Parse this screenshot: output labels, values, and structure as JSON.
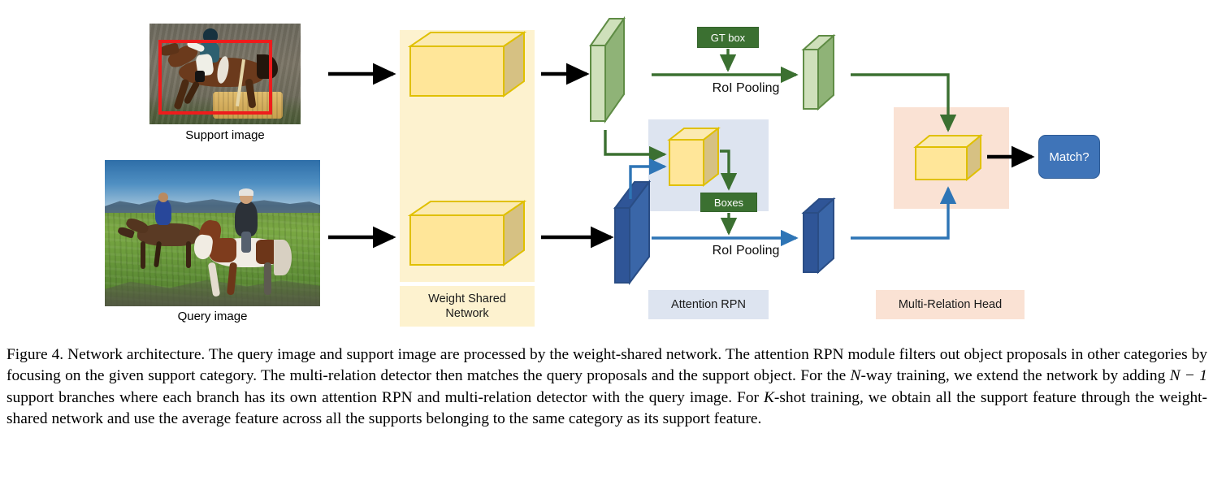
{
  "figure": {
    "inputs": [
      {
        "id": "support",
        "label": "Support image",
        "alt": "Photograph of a horse with a rider jumping over a hay bale, annotated with a red ground-truth bounding box"
      },
      {
        "id": "query",
        "label": "Query image",
        "alt": "Photograph of two riders on horses crossing a green grassy field with mountains in the background"
      }
    ],
    "modules": [
      {
        "id": "weight-shared-network",
        "label": "Weight Shared\nNetwork",
        "color": "#fdf2cf"
      },
      {
        "id": "attention-rpn",
        "label": "Attention RPN",
        "color": "#dde4f0"
      },
      {
        "id": "multi-relation-head",
        "label": "Multi-Relation Head",
        "color": "#fae2d4"
      }
    ],
    "nodes": [
      {
        "id": "gt-box",
        "label": "GT box",
        "color": "#3b7031"
      },
      {
        "id": "boxes",
        "label": "Boxes",
        "color": "#3b7031"
      },
      {
        "id": "match",
        "label": "Match?",
        "color": "#3f74b8"
      }
    ],
    "edge_labels": [
      {
        "id": "roi-pooling-support",
        "label": "RoI Pooling",
        "color": "#3b7031"
      },
      {
        "id": "roi-pooling-query",
        "label": "RoI Pooling",
        "color": "#2e75b6"
      }
    ],
    "features": [
      {
        "id": "support-feature-map",
        "color": "#a9c48d",
        "branch": "support"
      },
      {
        "id": "support-roi-feature",
        "color": "#a9c48d",
        "branch": "support"
      },
      {
        "id": "query-feature-map",
        "color": "#3a66a8",
        "branch": "query"
      },
      {
        "id": "query-roi-feature",
        "color": "#3a66a8",
        "branch": "query"
      }
    ],
    "colors": {
      "support_green": "#3b7031",
      "query_blue": "#2e75b6",
      "feature_yellow": "#ffe699",
      "yellow_stroke": "#e0c000",
      "red_gt_box": "#ee1c1c",
      "black_arrow": "#000000"
    }
  },
  "caption": {
    "parts": [
      "Figure 4. Network architecture.  The query image and support image are processed by the weight-shared network.  The attention RPN module filters out object proposals in other categories by focusing on the given support category. The multi-relation detector then matches the query proposals and the support object. For the ",
      "N",
      "-way training, we extend the network by adding ",
      "N − 1",
      " support branches where each branch has its own attention RPN and multi-relation detector with the query image. For ",
      "K",
      "-shot training, we obtain all the support feature through the weight-shared network and use the average feature across all the supports belonging to the same category as its support feature."
    ]
  }
}
